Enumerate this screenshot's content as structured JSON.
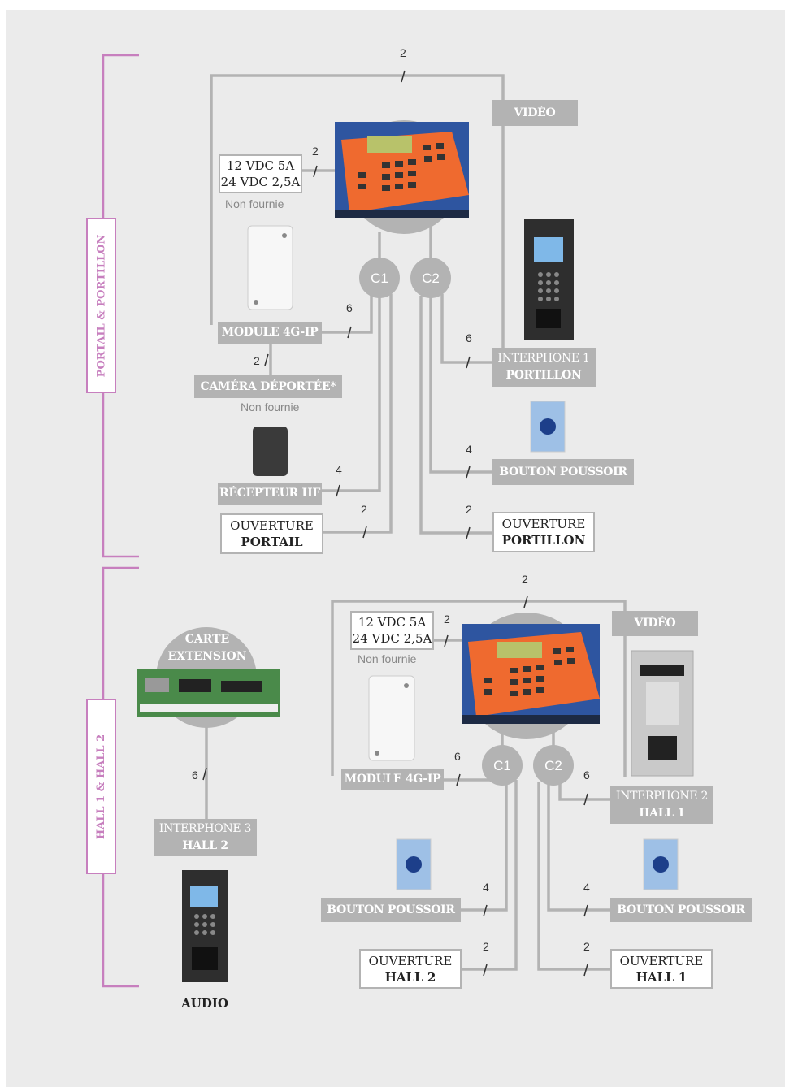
{
  "sections": {
    "top": "PORTAIL & PORTILLON",
    "bottom": "HALL 1 & HALL 2"
  },
  "top": {
    "video": "VIDÉO",
    "power": {
      "line1": "12 VDC 5A",
      "line2": "24 VDC 2,5A",
      "note": "Non fournie"
    },
    "module": "MODULE 4G-IP",
    "camera": {
      "label": "CAMÉRA DÉPORTÉE*",
      "note": "Non fournie"
    },
    "recepteur": "RÉCEPTEUR HF",
    "ouverture_portail": {
      "line1": "OUVERTURE",
      "line2": "PORTAIL"
    },
    "interphone": {
      "line1": "INTERPHONE 1",
      "line2": "PORTILLON"
    },
    "bouton": "BOUTON POUSSOIR",
    "ouverture_portillon": {
      "line1": "OUVERTURE",
      "line2": "PORTILLON"
    },
    "c1": "C1",
    "c2": "C2",
    "wires": {
      "video": "2",
      "power": "2",
      "module": "6",
      "camera": "2",
      "recepteur": "4",
      "portail": "2",
      "interphone": "6",
      "bouton": "4",
      "portillon": "2"
    }
  },
  "bottom": {
    "video": "VIDÉO",
    "power": {
      "line1": "12 VDC 5A",
      "line2": "24 VDC 2,5A",
      "note": "Non fournie"
    },
    "module": "MODULE 4G-IP",
    "carte": {
      "line1": "CARTE",
      "line2": "EXTENSION"
    },
    "interphone3": {
      "line1": "INTERPHONE 3",
      "line2": "HALL 2"
    },
    "audio": "AUDIO",
    "interphone2": {
      "line1": "INTERPHONE 2",
      "line2": "HALL 1"
    },
    "bouton_left": "BOUTON POUSSOIR",
    "bouton_right": "BOUTON POUSSOIR",
    "ouverture_hall2": {
      "line1": "OUVERTURE",
      "line2": "HALL 2"
    },
    "ouverture_hall1": {
      "line1": "OUVERTURE",
      "line2": "HALL 1"
    },
    "c1": "C1",
    "c2": "C2",
    "wires": {
      "video": "2",
      "power": "2",
      "module": "6",
      "carte": "6",
      "interphone2": "6",
      "bouton_left": "4",
      "bouton_right": "4",
      "hall2": "2",
      "hall1": "2"
    }
  },
  "colors": {
    "wire": "#b3b3b3",
    "accent": "#c77fbe",
    "background": "#ebebeb"
  }
}
